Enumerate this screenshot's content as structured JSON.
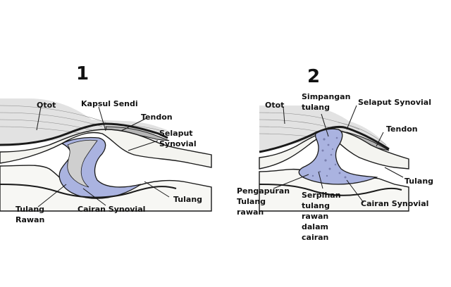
{
  "colors": {
    "synovial_fluid": "#aab3e0",
    "bone": "#f7f7f4",
    "muscle": "#d9d9d9",
    "line": "#1a1a1a",
    "background": "#ffffff"
  },
  "diagram1": {
    "number": "1",
    "labels": {
      "otot": "Otot",
      "kapsul_sendi": "Kapsul Sendi",
      "tendon": "Tendon",
      "selaput_synovial": "Selaput Synovial",
      "tulang": "Tulang",
      "tulang_rawan": "Tulang Rawan",
      "cairan_synovial": "Cairan Synovial"
    }
  },
  "diagram2": {
    "number": "2",
    "labels": {
      "otot": "Otot",
      "simpangan_tulang": "Simpangan tulang",
      "selaput_synovial": "Selaput Synovial",
      "tendon": "Tendon",
      "tulang": "Tulang",
      "pengapuran": "Pengapuran Tulang rawan",
      "serpihan": "Serpihan tulang rawan dalam cairan",
      "cairan_synovial": "Cairan Synovial"
    }
  }
}
